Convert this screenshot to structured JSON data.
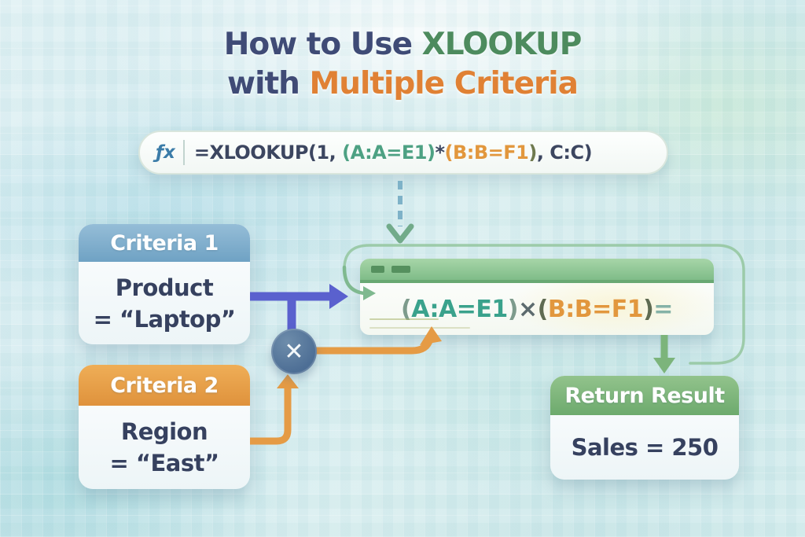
{
  "title": {
    "line1_prefix": "How to Use ",
    "line1_highlight": "XLOOKUP",
    "line2_prefix": "with ",
    "line2_highlight": "Multiple Criteria",
    "colors": {
      "text": "#3f4b76",
      "xlookup_green": "#4d8b5e",
      "criteria_orange": "#e08134"
    }
  },
  "formula_bar": {
    "fx_label": "ƒx",
    "segments": [
      {
        "text": "=XLOOKUP(1, ",
        "color": "#3c4660"
      },
      {
        "text": "(A:A=E1)",
        "color": "#4da183"
      },
      {
        "text": "*",
        "color": "#3c4660"
      },
      {
        "text": "(B:B=F1",
        "color": "#e2973d"
      },
      {
        "text": ")",
        "color": "#6f7a4f"
      },
      {
        "text": ", C:C)",
        "color": "#3c4660"
      }
    ]
  },
  "criteria1": {
    "header": "Criteria 1",
    "line1": "Product",
    "line2": "= “Laptop”",
    "header_color": "#6fa2c4"
  },
  "criteria2": {
    "header": "Criteria 2",
    "line1": "Region",
    "line2": "= “East”",
    "header_color": "#df923c"
  },
  "multiply": {
    "symbol": "✕",
    "circle_color": "#4d6e95"
  },
  "array_box": {
    "segments": [
      {
        "text": "(",
        "color": "#7d9b8c"
      },
      {
        "text": "A:A=E1",
        "color": "#3aa28c"
      },
      {
        "text": ")",
        "color": "#7d9b8c"
      },
      {
        "text": " × ",
        "color": "#5d6b6e"
      },
      {
        "text": "(",
        "color": "#5f6b52"
      },
      {
        "text": "B:B=F1",
        "color": "#e2973d"
      },
      {
        "text": ")",
        "color": "#5f6b52"
      },
      {
        "text": " =",
        "color": "#85b2a7"
      }
    ]
  },
  "result": {
    "header": "Return Result",
    "value": "Sales = 250",
    "header_color": "#6daa6d"
  },
  "connectors": {
    "blue": "#5a61ce",
    "orange": "#e59b45",
    "green": "#7cb47b",
    "dashed_teal": "#7eb2c8",
    "loop_outline": "#93c59d"
  }
}
